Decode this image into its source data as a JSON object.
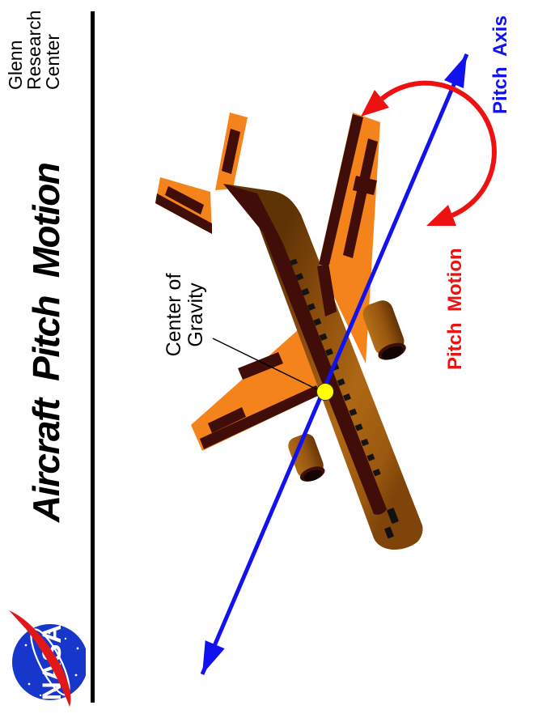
{
  "header": {
    "title": "Aircraft  Pitch  Motion",
    "org": {
      "lines": [
        "Glenn",
        "Research",
        "Center"
      ]
    },
    "logo": {
      "text": "NASA"
    }
  },
  "figure": {
    "labels": {
      "center_of_gravity": {
        "line1": "Center of",
        "line2": "Gravity"
      },
      "pitch_axis": "Pitch  Axis",
      "pitch_motion": "Pitch  Motion"
    }
  },
  "colors": {
    "accent-blue": "#1212EE",
    "accent-red": "#EE1111",
    "aircraft-orange": "#F4831B",
    "aircraft-dark": "#400D08",
    "fuselage-brown": "#A05C10",
    "cg-yellow": "#FFFF00",
    "logo-blue": "#1736CB",
    "logo-red": "#E21818",
    "text-black": "#000000"
  }
}
